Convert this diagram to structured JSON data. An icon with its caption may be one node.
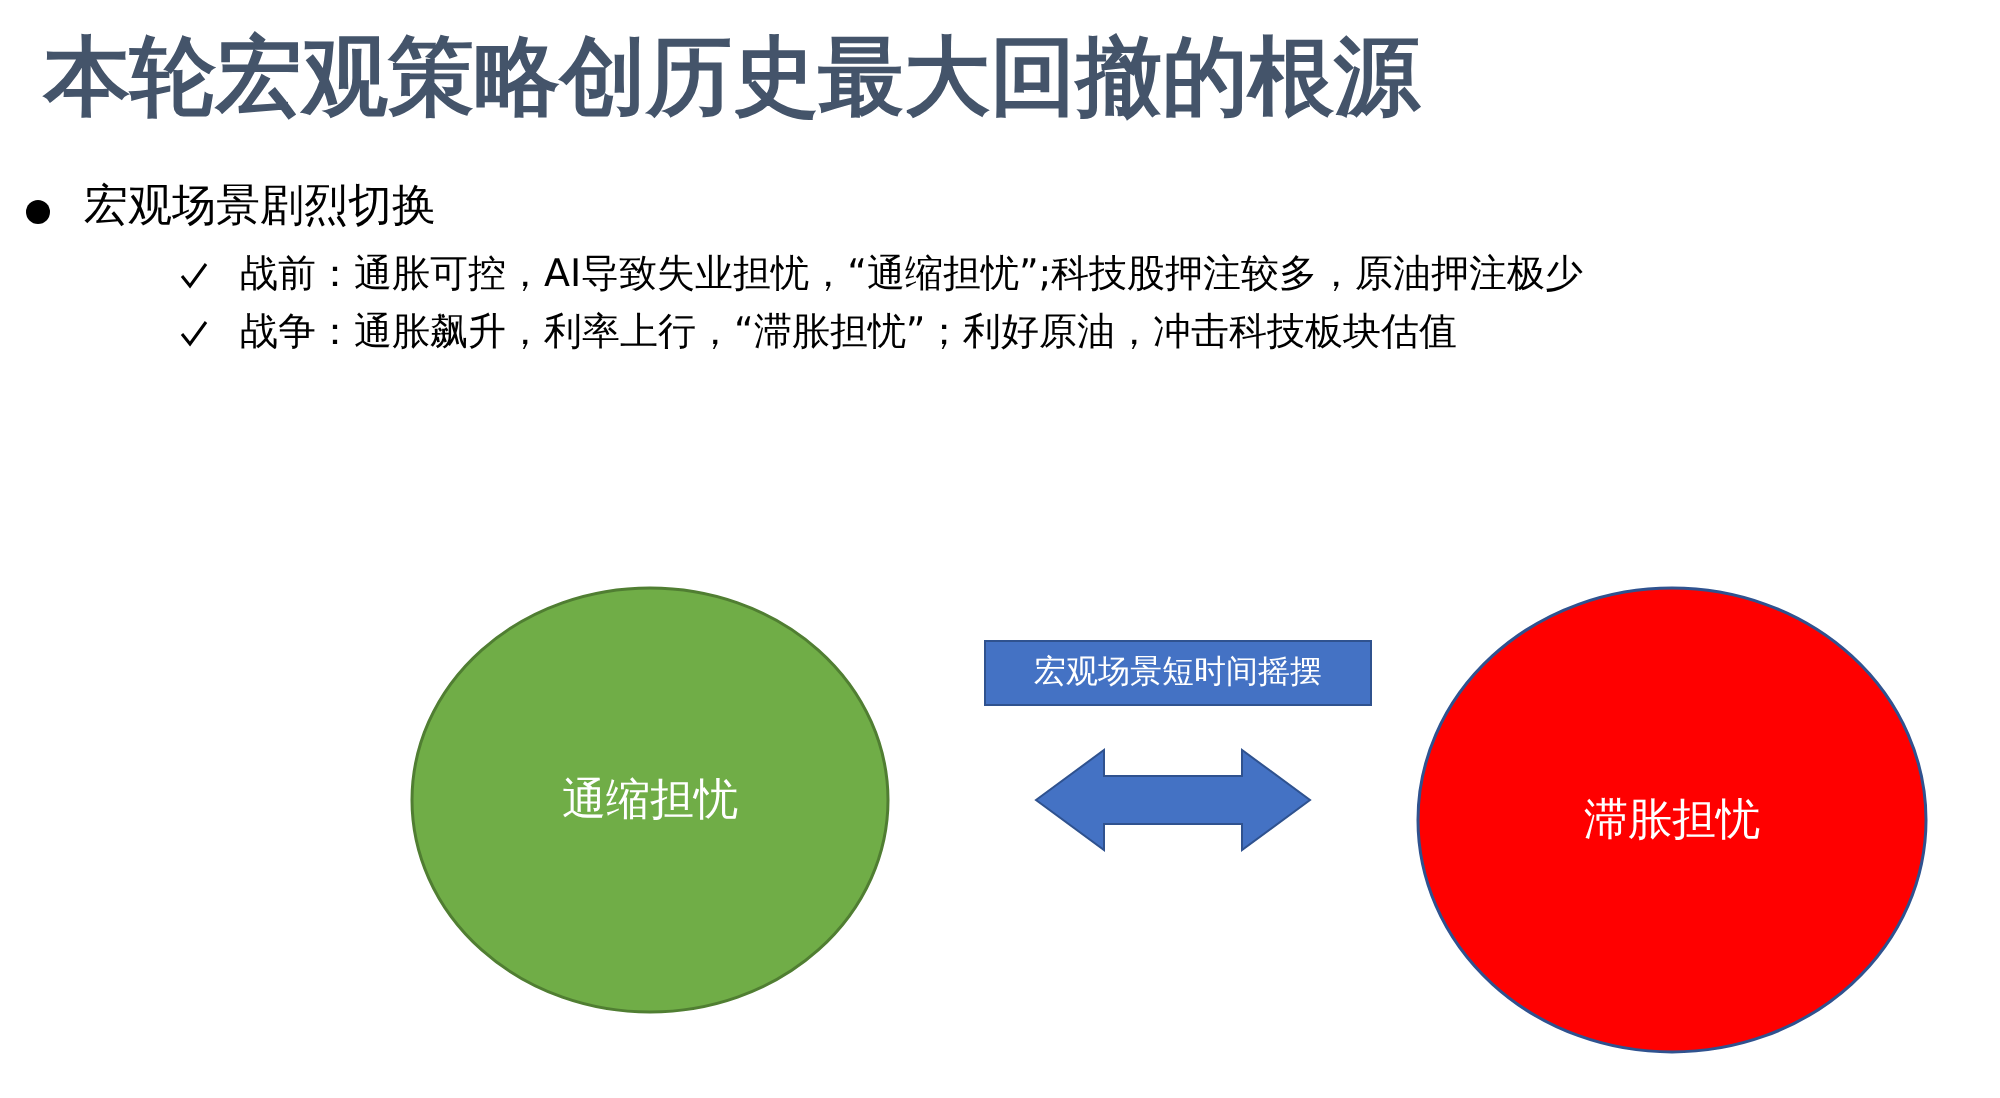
{
  "diagram": {
    "title": "本轮宏观策略创历史最大回撤的根源",
    "nodes": [
      {
        "text": [
          "通缩担忧"
        ]
      },
      {
        "text": [
          "滞胀担忧"
        ]
      },
      {
        "text": [
          "宏观场景短时间摇摆"
        ]
      }
    ],
    "edges": [
      {
        "from": 0,
        "to": 1,
        "arrow": "both"
      }
    ],
    "labels": [
      "宏观场景剧烈切换",
      "战前：通胀可控，AI导致失业担忧，“通缩担忧”;科技股押注较多，原油押注极少",
      "战争：通胀飙升，利率上行，“滞胀担忧”；利好原油，冲击科技板块估值"
    ]
  }
}
